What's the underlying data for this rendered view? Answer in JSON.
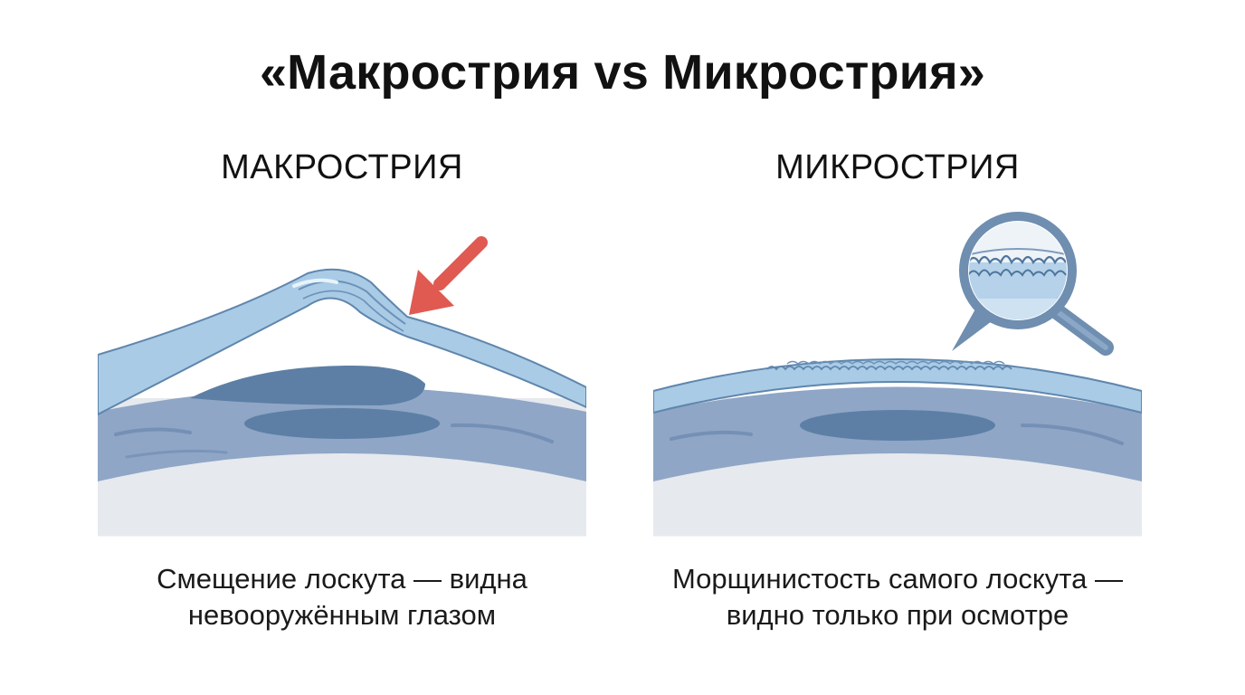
{
  "title": "«Макрострия vs Микрострия»",
  "panels": [
    {
      "title": "МАКРОСТРИЯ",
      "caption_line1": "Смещение лоскута — видна",
      "caption_line2": "невооружённым глазом"
    },
    {
      "title": "МИКРОСТРИЯ",
      "caption_line1": "Морщинистость самого лоскута —",
      "caption_line2": "видно только при осмотре"
    }
  ],
  "colors": {
    "flap": "#a9cbe6",
    "flap_stroke": "#5f86ad",
    "stroma": "#8fa6c6",
    "stroma_dark": "#6a87ad",
    "interior": "#e6e9ee",
    "pupil": "#5d7fa5",
    "arrow": "#e05a52",
    "magnifier": "#6f8eb0"
  },
  "icons": {
    "arrow": "red-arrow-icon",
    "magnifier": "magnifier-icon"
  }
}
